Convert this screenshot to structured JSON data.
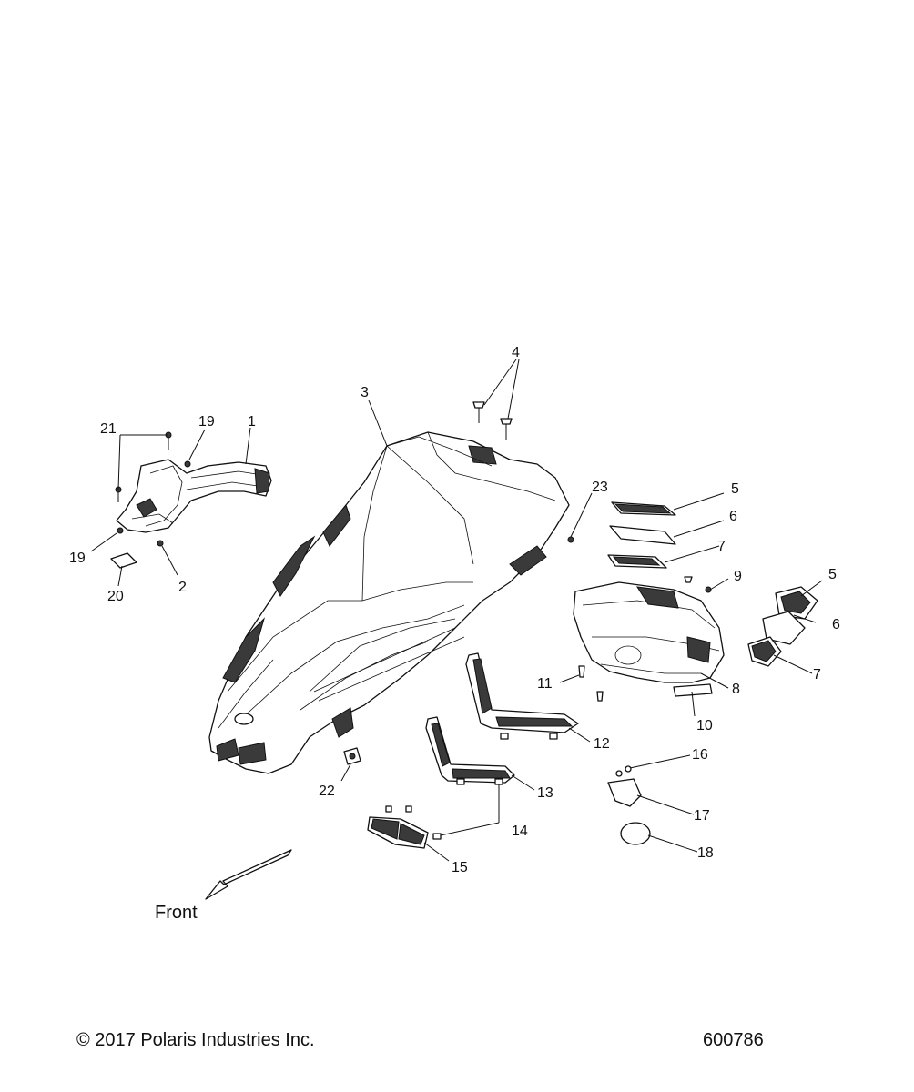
{
  "diagram": {
    "front_label": "Front",
    "copyright": "© 2017 Polaris Industries Inc.",
    "drawing_number": "600786",
    "callouts": [
      {
        "id": "c1",
        "label": "1"
      },
      {
        "id": "c2",
        "label": "2"
      },
      {
        "id": "c3",
        "label": "3"
      },
      {
        "id": "c4",
        "label": "4"
      },
      {
        "id": "c5a",
        "label": "5"
      },
      {
        "id": "c5b",
        "label": "5"
      },
      {
        "id": "c6a",
        "label": "6"
      },
      {
        "id": "c6b",
        "label": "6"
      },
      {
        "id": "c7a",
        "label": "7"
      },
      {
        "id": "c7b",
        "label": "7"
      },
      {
        "id": "c8",
        "label": "8"
      },
      {
        "id": "c9",
        "label": "9"
      },
      {
        "id": "c10",
        "label": "10"
      },
      {
        "id": "c11",
        "label": "11"
      },
      {
        "id": "c12",
        "label": "12"
      },
      {
        "id": "c13",
        "label": "13"
      },
      {
        "id": "c14",
        "label": "14"
      },
      {
        "id": "c15",
        "label": "15"
      },
      {
        "id": "c16",
        "label": "16"
      },
      {
        "id": "c17",
        "label": "17"
      },
      {
        "id": "c18",
        "label": "18"
      },
      {
        "id": "c19a",
        "label": "19"
      },
      {
        "id": "c19b",
        "label": "19"
      },
      {
        "id": "c20",
        "label": "20"
      },
      {
        "id": "c21",
        "label": "21"
      },
      {
        "id": "c22",
        "label": "22"
      },
      {
        "id": "c23",
        "label": "23"
      }
    ]
  }
}
